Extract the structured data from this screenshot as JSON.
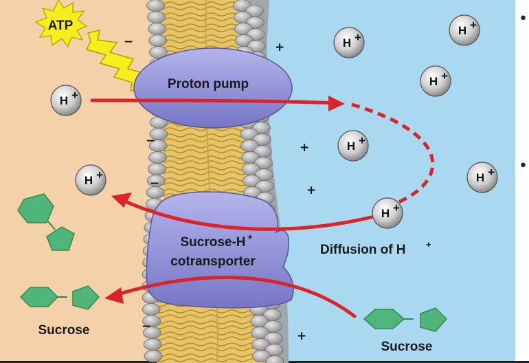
{
  "colors": {
    "cytoplasm": "#f5d1a9",
    "extracellular": "#a9d8f0",
    "lipid_head": "#a8a8a8",
    "lipid_tail": "#e6c56a",
    "protein": "#8f8fd6",
    "arrow": "#d9252a",
    "sucrose": "#4fb57a",
    "atp_burst": "#f7ee1e"
  },
  "labels": {
    "atp": "ATP",
    "proton_pump": "Proton pump",
    "cotransporter_line1": "Sucrose-H",
    "cotransporter_line2": "cotransporter",
    "diffusion": "Diffusion of H",
    "sucrose_left": "Sucrose",
    "sucrose_right": "Sucrose"
  },
  "ions": {
    "symbol": "H",
    "charge": "+"
  },
  "charges": {
    "negative": "−",
    "positive": "+"
  },
  "bullets": {
    "glyph": "•"
  }
}
